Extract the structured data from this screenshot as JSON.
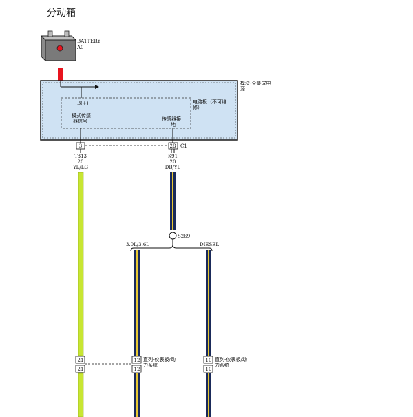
{
  "page": {
    "title": "分动箱"
  },
  "battery": {
    "name": "BATTERY",
    "code": "A0"
  },
  "module": {
    "name_line1": "模块-全集成电",
    "name_line2": "源",
    "bplus": "B(+)",
    "circuit_board_line1": "电路板（不可维",
    "circuit_board_line2": "修）",
    "signal_line1": "模式传感",
    "signal_line2": "器信号",
    "ground_line1": "传感器接",
    "ground_line2": "地"
  },
  "connector_c1": {
    "name": "C1",
    "pin_left": "3",
    "pin_right": "28"
  },
  "wire_t313": {
    "circuit": "T313",
    "gauge": "20",
    "color": "YL/LG",
    "color_hex": "#c8e632"
  },
  "wire_k91": {
    "circuit": "K91",
    "gauge": "20",
    "color": "DB/YL",
    "color_hex": "#1a2a5a",
    "stripe_hex": "#e8c832"
  },
  "splice": {
    "name": "S269"
  },
  "branches": {
    "left": "3.0L/3.6L",
    "right": "DIESEL"
  },
  "bottom_connectors": {
    "pin_21": "21",
    "pin_12": "12",
    "pin_10": "10",
    "label_12_line1": "直列-仪表板/动",
    "label_12_line2": "力系统",
    "label_10_line1": "直列-仪表板/动",
    "label_10_line2": "力系统"
  },
  "colors": {
    "module_fill": "#cfe2f3",
    "battery_wire": "#e8141e",
    "outline": "#1a1a1a"
  }
}
